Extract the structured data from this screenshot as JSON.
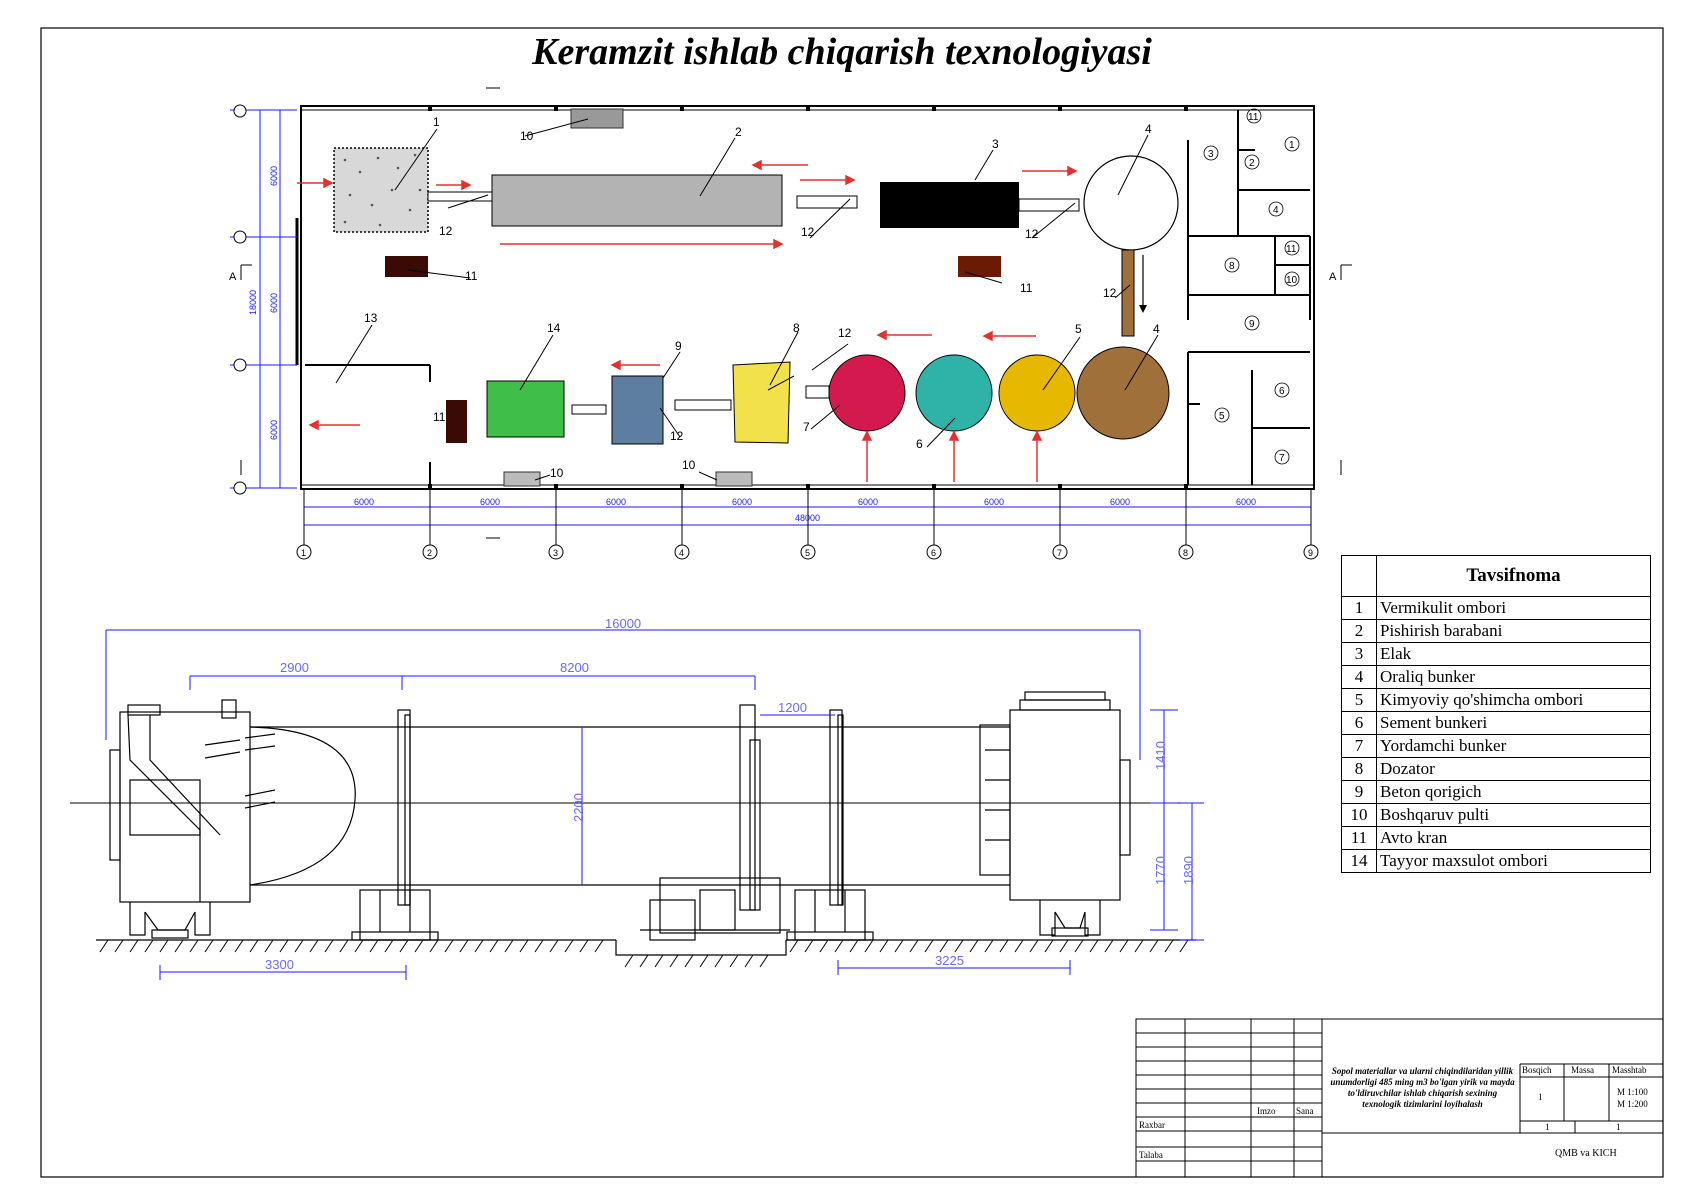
{
  "title": "Keramzit ishlab chiqarish texnologiyasi",
  "plan": {
    "overall_dim": "48000",
    "span_dim": "6000",
    "height_dim": "18000",
    "section_mark": "A",
    "axis_labels": [
      "1",
      "2",
      "3",
      "4",
      "5",
      "6",
      "7",
      "8",
      "9"
    ],
    "row_labels": [
      "6000",
      "6000",
      "6000"
    ],
    "item_labels": [
      "1",
      "2",
      "3",
      "4",
      "4",
      "5",
      "6",
      "7",
      "8",
      "9",
      "10",
      "10",
      "10",
      "11",
      "11",
      "11",
      "12",
      "12",
      "12",
      "12",
      "12",
      "12",
      "13",
      "14"
    ],
    "room_labels": [
      "1",
      "2",
      "3",
      "4",
      "5",
      "6",
      "7",
      "8",
      "9",
      "10",
      "11",
      "11"
    ],
    "colors": {
      "vermiculite": "#d8d8d8",
      "drum": "#b3b3b3",
      "sieve": "#000000",
      "bunker_top": "#ffffff",
      "bunker_brown": "#a0703a",
      "additive": "#e6b800",
      "cement": "#2fb3a8",
      "auxiliary": "#d4194f",
      "dosator": "#f2e14b",
      "mixer": "#5d7ea0",
      "product": "#3fbf4a",
      "crane": "#3a0a05",
      "arrow": "#e53030",
      "dimension": "#1a1aff"
    }
  },
  "elevation": {
    "dims": [
      "16000",
      "2900",
      "8200",
      "1200",
      "2200",
      "1410",
      "1770",
      "1890",
      "3300",
      "3225"
    ]
  },
  "legend": {
    "title": "Tavsifnoma",
    "rows": [
      {
        "n": "1",
        "label": "Vermikulit ombori"
      },
      {
        "n": "2",
        "label": "Pishirish barabani"
      },
      {
        "n": "3",
        "label": "Elak"
      },
      {
        "n": "4",
        "label": "Oraliq bunker"
      },
      {
        "n": "5",
        "label": "Kimyoviy qo'shimcha ombori"
      },
      {
        "n": "6",
        "label": "Sement bunkeri"
      },
      {
        "n": "7",
        "label": "Yordamchi bunker"
      },
      {
        "n": "8",
        "label": "Dozator"
      },
      {
        "n": "9",
        "label": "Beton qorigich"
      },
      {
        "n": "10",
        "label": "Boshqaruv pulti"
      },
      {
        "n": "11",
        "label": "Avto kran"
      },
      {
        "n": "14",
        "label": "Tayyor maxsulot ombori"
      }
    ]
  },
  "title_block": {
    "project_text": "Sopol materiallar va ularni chiqindilaridan yillik unumdorligi 485 ming m3 bo'lgan yirik va mayda to'ldiruvchilar ishlab chiqarish sexining texnologik tizimlarini loyihalash",
    "col_stage": "Bosqich",
    "col_mass": "Massa",
    "col_scale": "Masshtab",
    "stage_value": "1",
    "scale_values": [
      "M 1:100",
      "M 1:200"
    ],
    "sheet_values": [
      "1",
      "1"
    ],
    "sign_label": "Imzo",
    "date_label": "Sana",
    "leader_label": "Raxbar",
    "student_label": "Talaba",
    "org": "QMB va KICH"
  }
}
